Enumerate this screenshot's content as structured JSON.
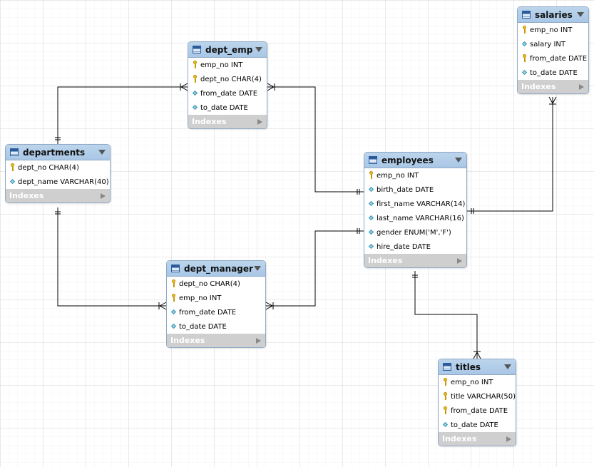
{
  "tables": [
    {
      "name": "salaries",
      "indexes_label": "Indexes",
      "columns": [
        {
          "icon": "key-icon",
          "label": "emp_no INT"
        },
        {
          "icon": "diamond-icon",
          "label": "salary INT"
        },
        {
          "icon": "key-icon",
          "label": "from_date DATE"
        },
        {
          "icon": "diamond-icon",
          "label": "to_date DATE"
        }
      ]
    },
    {
      "name": "dept_emp",
      "indexes_label": "Indexes",
      "columns": [
        {
          "icon": "key-icon",
          "label": "emp_no INT"
        },
        {
          "icon": "key-icon",
          "label": "dept_no CHAR(4)"
        },
        {
          "icon": "diamond-icon",
          "label": "from_date DATE"
        },
        {
          "icon": "diamond-icon",
          "label": "to_date DATE"
        }
      ]
    },
    {
      "name": "departments",
      "indexes_label": "Indexes",
      "columns": [
        {
          "icon": "key-icon",
          "label": "dept_no CHAR(4)"
        },
        {
          "icon": "diamond-icon",
          "label": "dept_name VARCHAR(40)"
        }
      ]
    },
    {
      "name": "employees",
      "indexes_label": "Indexes",
      "columns": [
        {
          "icon": "key-icon",
          "label": "emp_no INT"
        },
        {
          "icon": "diamond-icon",
          "label": "birth_date DATE"
        },
        {
          "icon": "diamond-icon",
          "label": "first_name VARCHAR(14)"
        },
        {
          "icon": "diamond-icon",
          "label": "last_name VARCHAR(16)"
        },
        {
          "icon": "diamond-icon",
          "label": "gender ENUM('M','F')"
        },
        {
          "icon": "diamond-icon",
          "label": "hire_date DATE"
        }
      ]
    },
    {
      "name": "dept_manager",
      "indexes_label": "Indexes",
      "columns": [
        {
          "icon": "key-icon",
          "label": "dept_no CHAR(4)"
        },
        {
          "icon": "key-icon",
          "label": "emp_no INT"
        },
        {
          "icon": "diamond-icon",
          "label": "from_date DATE"
        },
        {
          "icon": "diamond-icon",
          "label": "to_date DATE"
        }
      ]
    },
    {
      "name": "titles",
      "indexes_label": "Indexes",
      "columns": [
        {
          "icon": "key-icon",
          "label": "emp_no INT"
        },
        {
          "icon": "key-icon",
          "label": "title VARCHAR(50)"
        },
        {
          "icon": "key-icon",
          "label": "from_date DATE"
        },
        {
          "icon": "diamond-icon",
          "label": "to_date DATE"
        }
      ]
    }
  ],
  "relationships": [
    {
      "from": "departments",
      "to": "dept_emp",
      "from_end": "one",
      "to_end": "many"
    },
    {
      "from": "employees",
      "to": "dept_emp",
      "from_end": "one",
      "to_end": "many"
    },
    {
      "from": "departments",
      "to": "dept_manager",
      "from_end": "one",
      "to_end": "many"
    },
    {
      "from": "employees",
      "to": "dept_manager",
      "from_end": "one",
      "to_end": "many"
    },
    {
      "from": "employees",
      "to": "salaries",
      "from_end": "one",
      "to_end": "many"
    },
    {
      "from": "employees",
      "to": "titles",
      "from_end": "one",
      "to_end": "many"
    }
  ],
  "colors": {
    "header": "#a9c7e6",
    "border": "#8fa9c6",
    "footer": "#cfcfcf",
    "line": "#000000"
  }
}
